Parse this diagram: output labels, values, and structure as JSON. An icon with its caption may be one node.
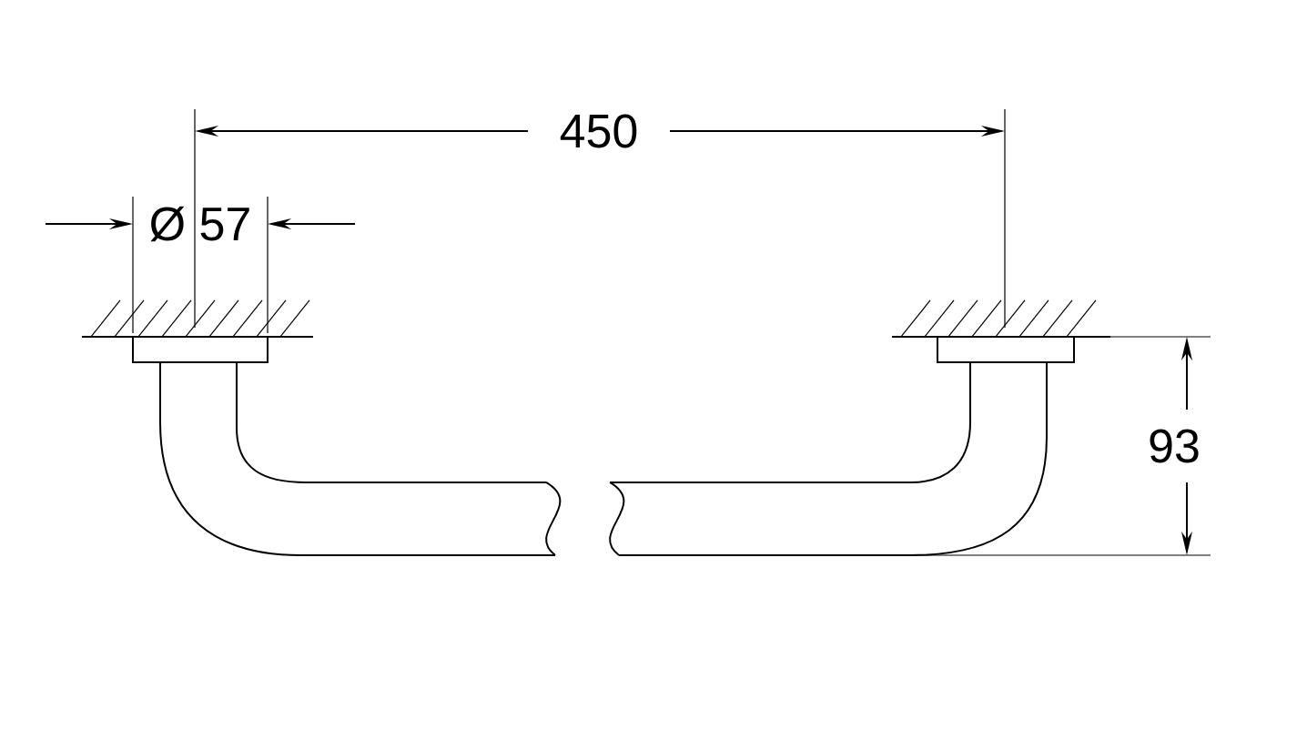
{
  "diagram": {
    "labels": [
      "450",
      "Ø 57",
      "93"
    ]
  }
}
